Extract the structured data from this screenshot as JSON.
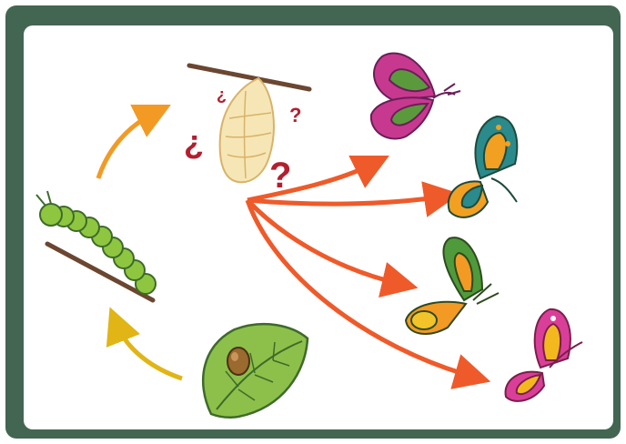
{
  "diagram": {
    "stages": [
      {
        "id": "egg",
        "name": "egg-on-leaf"
      },
      {
        "id": "caterpillar",
        "name": "caterpillar-on-twig"
      },
      {
        "id": "chrysalis",
        "name": "chrysalis-hanging-from-twig"
      }
    ],
    "unknown_marks": [
      "¿",
      "?",
      "¿",
      "?"
    ],
    "outcomes": [
      {
        "name": "butterfly-pink-green",
        "wing_color": "#c7398f",
        "accent": "#5a9a3d"
      },
      {
        "name": "butterfly-teal-orange",
        "wing_color": "#2a8a8c",
        "accent": "#f2a021"
      },
      {
        "name": "butterfly-green-orange",
        "wing_color": "#4f9a3a",
        "accent": "#f29a24"
      },
      {
        "name": "butterfly-pink-gold",
        "wing_color": "#d93f98",
        "accent": "#f2b81e"
      }
    ],
    "colors": {
      "frame": "#426652",
      "arrow_orange_red": "#ef5a2a",
      "arrow_orange": "#f39a25",
      "arrow_yellow": "#e0b515",
      "leaf": "#8cc04a",
      "caterpillar": "#8ec640",
      "chrysalis": "#f6e6b5",
      "question_mark": "#b41e2e",
      "twig": "#6b4630"
    }
  }
}
